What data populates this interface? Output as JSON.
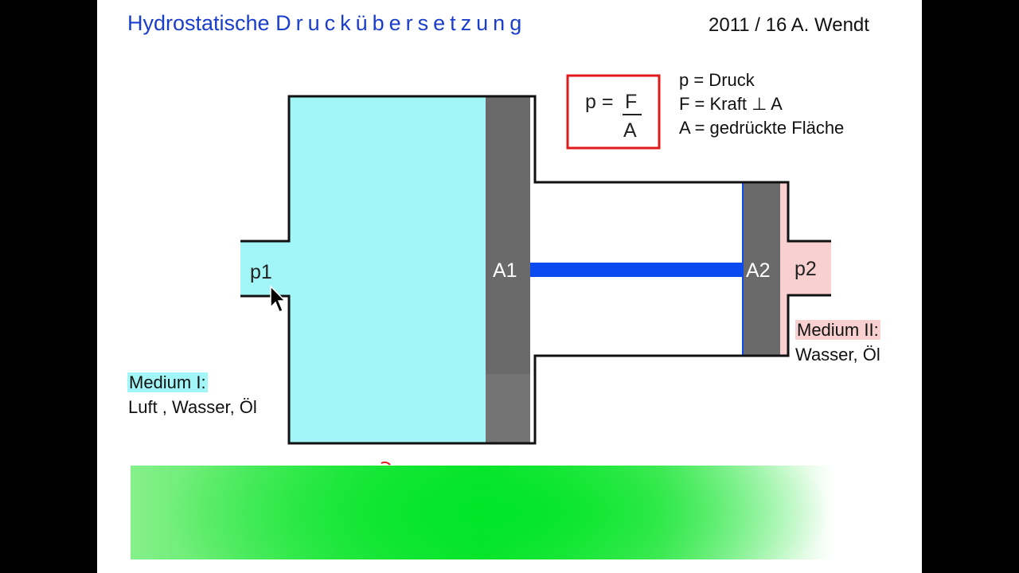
{
  "header": {
    "title_part1": "Hydrostatische",
    "title_part2": "Druckübersetzung",
    "author": "2011 / 16  A. Wendt"
  },
  "formula": {
    "lhs": "p =",
    "numerator": "F",
    "denominator": "A",
    "box_color": "#e0191b"
  },
  "legend": {
    "line1": "p =  Druck",
    "line2": "F = Kraft ⊥ A",
    "line3": "A = gedrückte Fläche"
  },
  "diagram": {
    "p1": "p1",
    "p2": "p2",
    "a1": "A1",
    "a2": "A2",
    "medium1_title": "Medium I:",
    "medium1_desc": "Luft , Wasser, Öl",
    "medium2_title": "Medium II:",
    "medium2_desc": "Wasser, Öl",
    "colors": {
      "medium1": "#a3f6f7",
      "medium2": "#f8d0d0",
      "piston": "#6a6a6a",
      "rod": "#0a4af0",
      "bar": "#10e32e"
    }
  }
}
